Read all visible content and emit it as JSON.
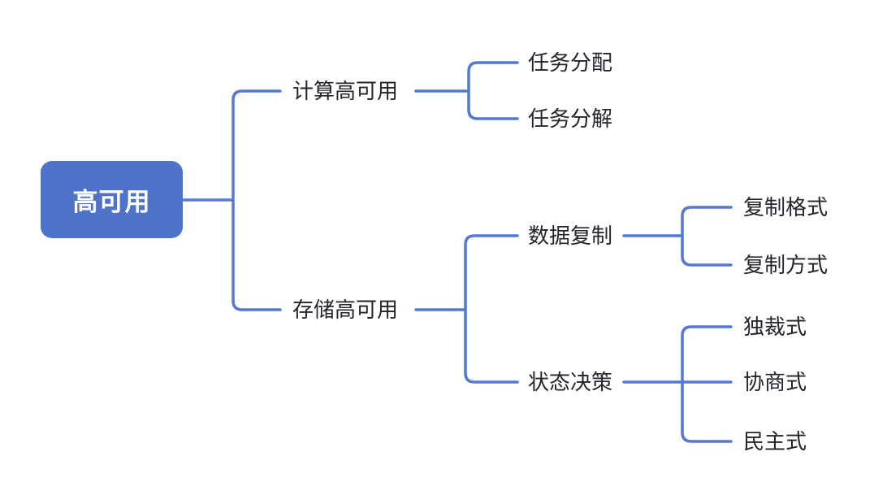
{
  "mindmap": {
    "root": {
      "label": "高可用",
      "children": [
        {
          "label": "计算高可用",
          "children": [
            {
              "label": "任务分配"
            },
            {
              "label": "任务分解"
            }
          ]
        },
        {
          "label": "存储高可用",
          "children": [
            {
              "label": "数据复制",
              "children": [
                {
                  "label": "复制格式"
                },
                {
                  "label": "复制方式"
                }
              ]
            },
            {
              "label": "状态决策",
              "children": [
                {
                  "label": "独裁式"
                },
                {
                  "label": "协商式"
                },
                {
                  "label": "民主式"
                }
              ]
            }
          ]
        }
      ]
    },
    "colors": {
      "node_fill": "#4e73c8",
      "connector": "#5379d0",
      "text": "#22262c",
      "root_text": "#ffffff",
      "background": "#ffffff"
    }
  }
}
